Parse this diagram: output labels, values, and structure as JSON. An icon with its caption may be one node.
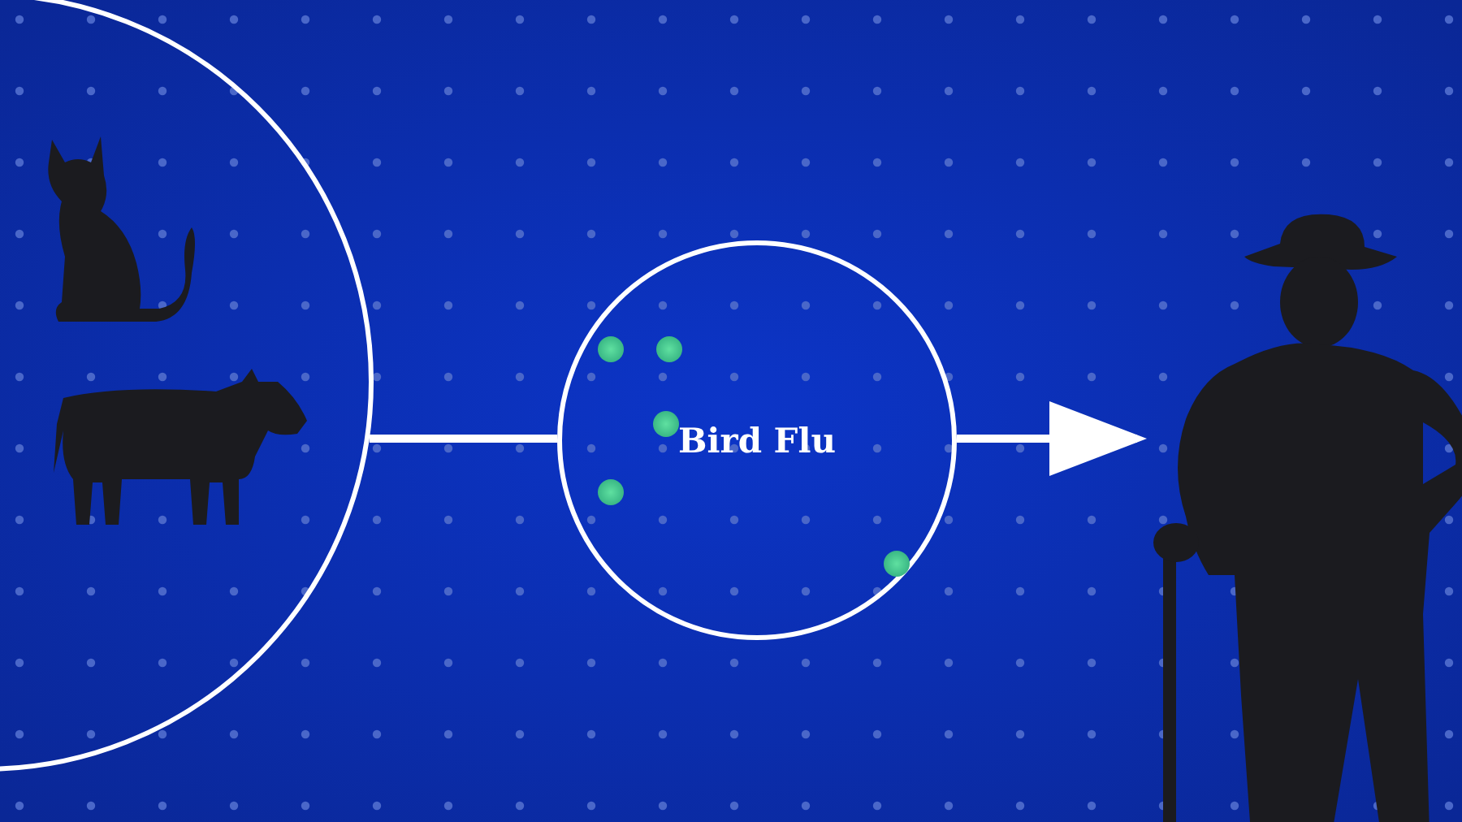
{
  "diagram": {
    "nodes": [
      {
        "text": [],
        "shape": "circle"
      },
      {
        "text": [],
        "shape": "picture",
        "in": 0
      },
      {
        "text": [],
        "shape": "picture",
        "in": 0
      },
      {
        "text": [
          "Bird Flu"
        ]
      },
      {
        "text": [],
        "shape": "person"
      }
    ],
    "edges": [
      {
        "from": 0,
        "to": 3,
        "arrow": "none"
      },
      {
        "from": 3,
        "to": 4,
        "arrow": "to"
      }
    ]
  }
}
